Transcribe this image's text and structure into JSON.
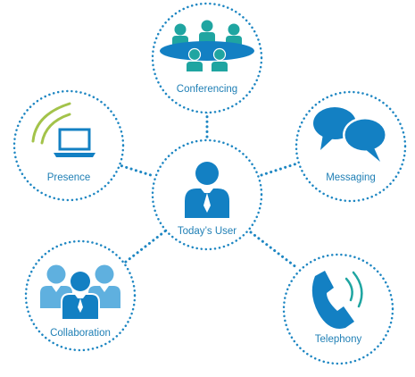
{
  "diagram": {
    "center": {
      "label": "Today’s User",
      "icon": "user-icon"
    },
    "nodes": [
      {
        "id": "conferencing",
        "label": "Conferencing",
        "icon": "conference-table-icon"
      },
      {
        "id": "presence",
        "label": "Presence",
        "icon": "laptop-wifi-icon"
      },
      {
        "id": "messaging",
        "label": "Messaging",
        "icon": "speech-bubbles-icon"
      },
      {
        "id": "collaboration",
        "label": "Collaboration",
        "icon": "team-icon"
      },
      {
        "id": "telephony",
        "label": "Telephony",
        "icon": "phone-handset-icon"
      }
    ]
  },
  "colors": {
    "primary_blue": "#1380c3",
    "light_blue": "#5fb0df",
    "teal": "#1fa5a1",
    "green_arc": "#a3c34a",
    "label_blue": "#1f7fb5",
    "dotted_border": "#1d86c2"
  }
}
